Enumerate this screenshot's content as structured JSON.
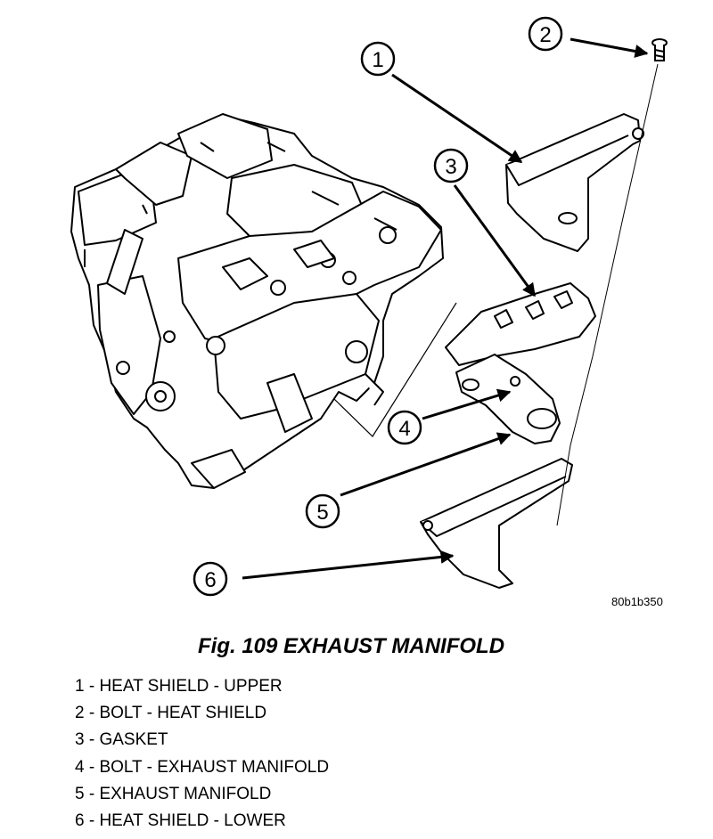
{
  "figure_code": "80b1b350",
  "caption": "Fig. 109 EXHAUST MANIFOLD",
  "callouts": [
    "1",
    "2",
    "3",
    "4",
    "5",
    "6"
  ],
  "legend": [
    "1 - HEAT SHIELD - UPPER",
    "2 - BOLT - HEAT SHIELD",
    "3 - GASKET",
    "4 - BOLT - EXHAUST MANIFOLD",
    "5 - EXHAUST MANIFOLD",
    "6 - HEAT SHIELD - LOWER"
  ]
}
